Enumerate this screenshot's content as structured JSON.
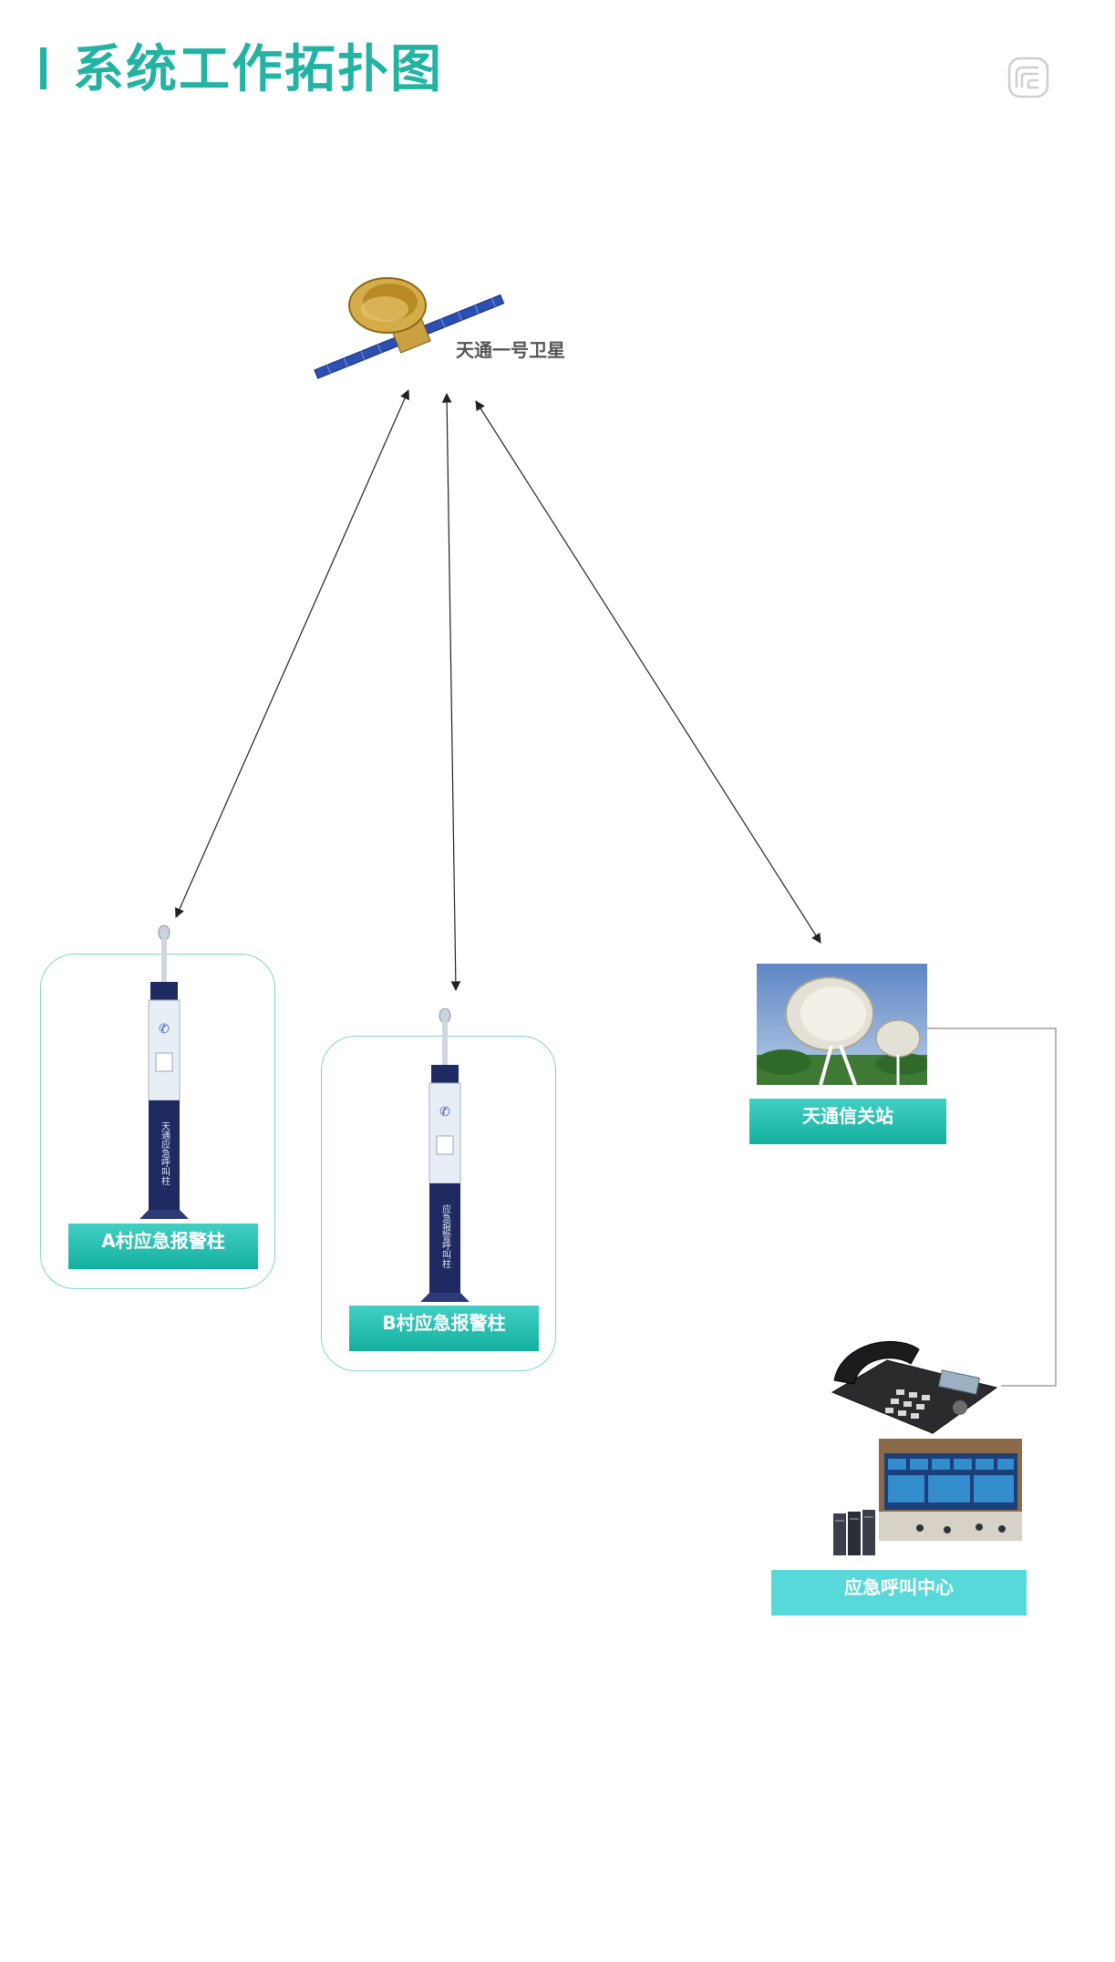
{
  "page": {
    "title": "系统工作拓扑图"
  },
  "nodes": {
    "satellite": {
      "label": "天通一号卫星"
    },
    "pillar_a": {
      "label": "A村应急报警柱",
      "sign_text": "天通应急呼叫柱"
    },
    "pillar_b": {
      "label": "B村应急报警柱",
      "sign_text": "应急报警呼叫柱"
    },
    "gateway": {
      "label": "天通信关站"
    },
    "call_center": {
      "label": "应急呼叫中心"
    }
  },
  "colors": {
    "accent": "#22b3a3",
    "label_gradient_top": "#42cfc3",
    "label_gradient_bottom": "#13b09f",
    "call_center_label": "#58d9d9",
    "frame_border": "#7fd3d0",
    "pillar_body": "#1f2a63",
    "link_line": "#222222",
    "wire_line": "#a59f95"
  },
  "icons": [
    "logo-icon",
    "satellite-icon",
    "alarm-pillar-icon",
    "dish-antenna-icon",
    "desk-phone-icon",
    "control-room-icon"
  ]
}
